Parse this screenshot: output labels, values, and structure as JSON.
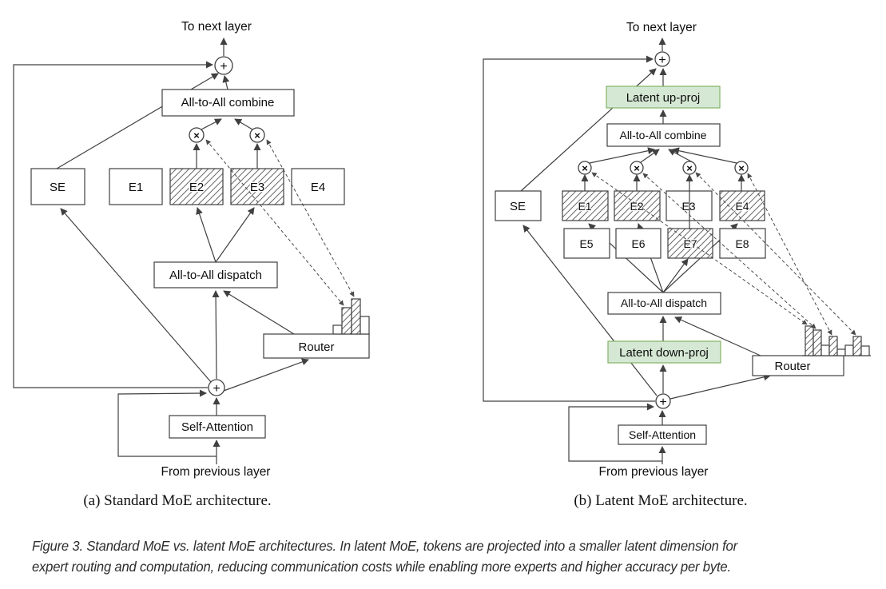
{
  "colors": {
    "latent_box_fill": "#d5e8d4",
    "latent_box_border": "#82b366",
    "line": "#404040"
  },
  "operators": {
    "add": "+",
    "multiply": "×"
  },
  "panel_a": {
    "caption": "(a) Standard MoE architecture.",
    "to_next_layer": "To next layer",
    "from_previous_layer": "From previous layer",
    "se": "SE",
    "combine": "All-to-All combine",
    "dispatch": "All-to-All dispatch",
    "router": "Router",
    "self_attention": "Self-Attention",
    "experts": [
      "E1",
      "E2",
      "E3",
      "E4"
    ],
    "selected_experts": [
      "E2",
      "E3"
    ],
    "router_histogram": {
      "bar_heights": [
        11,
        33,
        44,
        22
      ],
      "hatched_bars": [
        "E2",
        "E3"
      ]
    }
  },
  "panel_b": {
    "caption": "(b) Latent MoE architecture.",
    "to_next_layer": "To next layer",
    "from_previous_layer": "From previous layer",
    "se": "SE",
    "latent_up_proj": "Latent up-proj",
    "combine": "All-to-All combine",
    "dispatch": "All-to-All dispatch",
    "latent_down_proj": "Latent down-proj",
    "router": "Router",
    "self_attention": "Self-Attention",
    "experts_row1": [
      "E1",
      "E2",
      "E3",
      "E4"
    ],
    "experts_row2": [
      "E5",
      "E6",
      "E7",
      "E8"
    ],
    "selected_experts": [
      "E1",
      "E2",
      "E4",
      "E7"
    ],
    "router_histogram": {
      "bar_heights": [
        37,
        32,
        13,
        24,
        8,
        13,
        24,
        12
      ],
      "hatched_bars": [
        "E1",
        "E2",
        "E4",
        "E7"
      ]
    }
  },
  "figure_caption": {
    "line1": "Figure 3. Standard MoE vs. latent MoE architectures. In latent MoE, tokens are projected into a smaller latent dimension for",
    "line2": "expert routing and computation, reducing communication costs while enabling more experts and higher accuracy per byte."
  }
}
